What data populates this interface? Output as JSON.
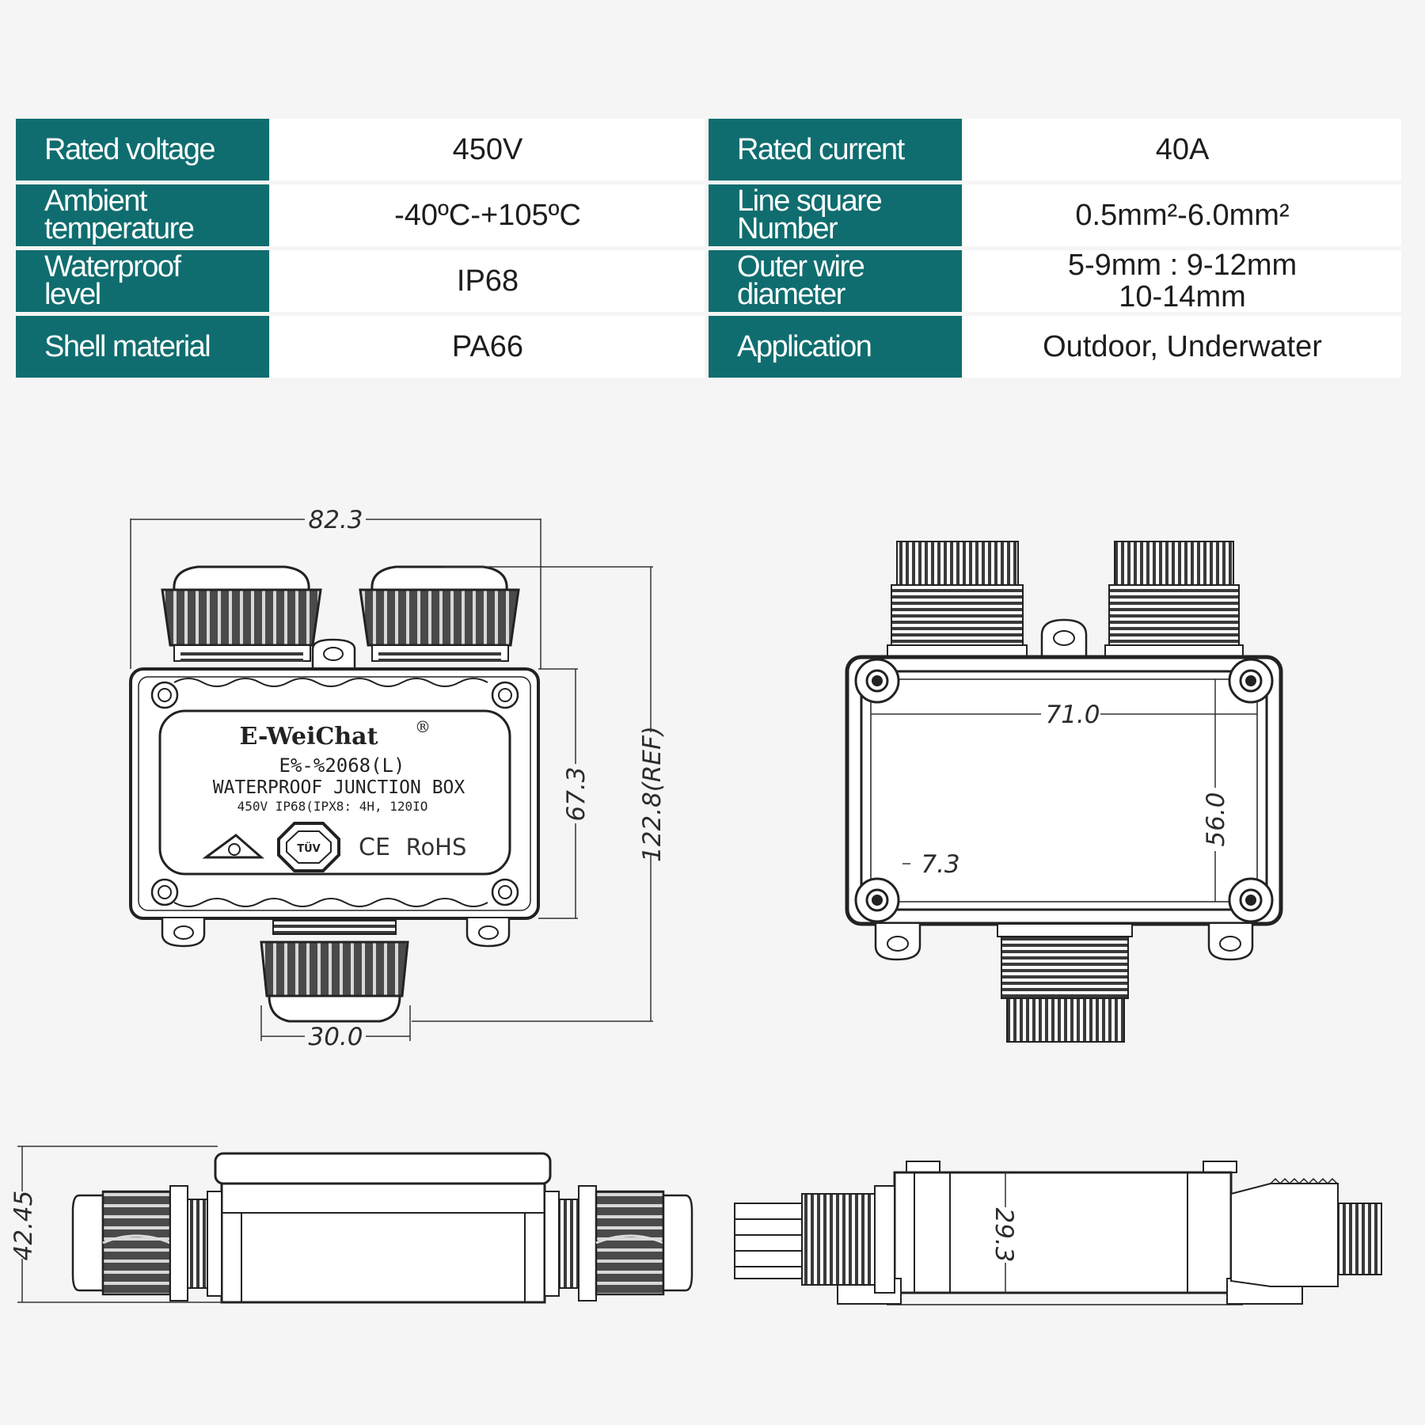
{
  "specs": {
    "rows": [
      {
        "left_label": "Rated voltage",
        "left_value": "450V",
        "right_label": "Rated current",
        "right_value": "40A"
      },
      {
        "left_label": "Ambient\ntemperature",
        "left_value": "-40ºC-+105ºC",
        "right_label": "Line square\nNumber",
        "right_value": "0.5mm²-6.0mm²"
      },
      {
        "left_label": "Waterproof\nlevel",
        "left_value": "IP68",
        "right_label": "Outer wire\ndiameter",
        "right_value": "5-9mm : 9-12mm\n10-14mm"
      },
      {
        "left_label": "Shell material",
        "left_value": "PA66",
        "right_label": "Application",
        "right_value": "Outdoor, Underwater"
      }
    ],
    "colors": {
      "label_bg": "#106d6f",
      "label_text": "#ffffff",
      "value_bg": "#ffffff"
    }
  },
  "front_view": {
    "brand": "E-WeiChat",
    "registered": "®",
    "model": "E%-%2068(L)",
    "product": "WATERPROOF JUNCTION BOX",
    "rating": "450V   IP68(IPX8: 4H, 120IO",
    "cert_ce": "CE",
    "cert_rohs": "RoHS",
    "cert_badge": "TÜV",
    "dim_width": "82.3",
    "dim_body_height": "67.3",
    "dim_total_height": "122.8(REF)",
    "dim_gland": "30.0"
  },
  "back_view": {
    "dim_inner_width": "71.0",
    "dim_inner_height": "56.0",
    "dim_hole": "7.3"
  },
  "side_view_left": {
    "dim_height": "42.45"
  },
  "side_view_right": {
    "dim_height": "29.3"
  }
}
